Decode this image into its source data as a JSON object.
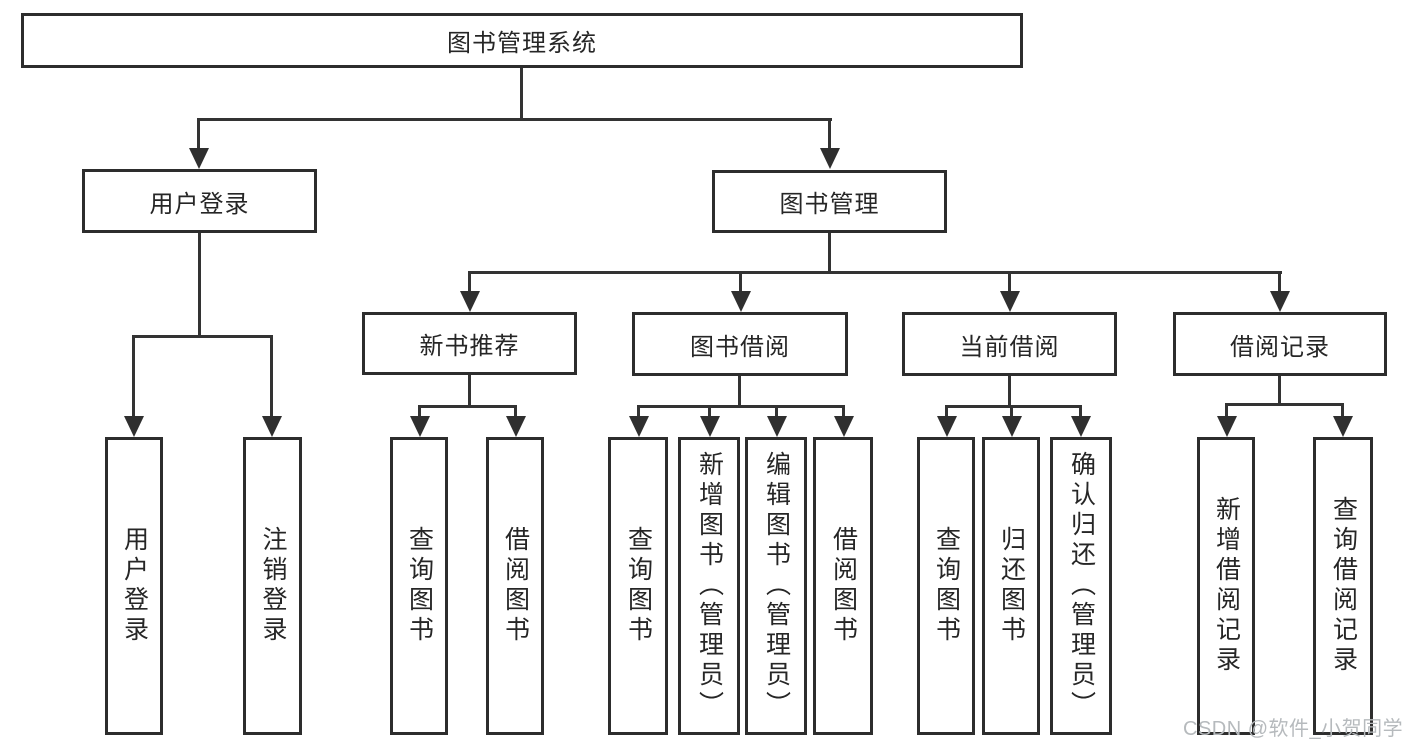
{
  "diagram": {
    "type": "hierarchy-tree",
    "title": "图书管理系统",
    "watermark": "CSDN @软件_小贺同学",
    "colors": {
      "background": "#ffffff",
      "box_border": "#2d2d2d",
      "connector_line": "#333333",
      "text": "#262626",
      "watermark_text": "#b6babd"
    },
    "tree": {
      "label": "图书管理系统",
      "children": [
        {
          "label": "用户登录",
          "children": [
            {
              "label": "用户登录"
            },
            {
              "label": "注销登录"
            }
          ]
        },
        {
          "label": "图书管理",
          "children": [
            {
              "label": "新书推荐",
              "children": [
                {
                  "label": "查询图书"
                },
                {
                  "label": "借阅图书"
                }
              ]
            },
            {
              "label": "图书借阅",
              "children": [
                {
                  "label": "查询图书"
                },
                {
                  "label": "新增图书（管理员）"
                },
                {
                  "label": "编辑图书（管理员）"
                },
                {
                  "label": "借阅图书"
                }
              ]
            },
            {
              "label": "当前借阅",
              "children": [
                {
                  "label": "查询图书"
                },
                {
                  "label": "归还图书"
                },
                {
                  "label": "确认归还（管理员）"
                }
              ]
            },
            {
              "label": "借阅记录",
              "children": [
                {
                  "label": "新增借阅记录"
                },
                {
                  "label": "查询借阅记录"
                }
              ]
            }
          ]
        }
      ]
    }
  }
}
